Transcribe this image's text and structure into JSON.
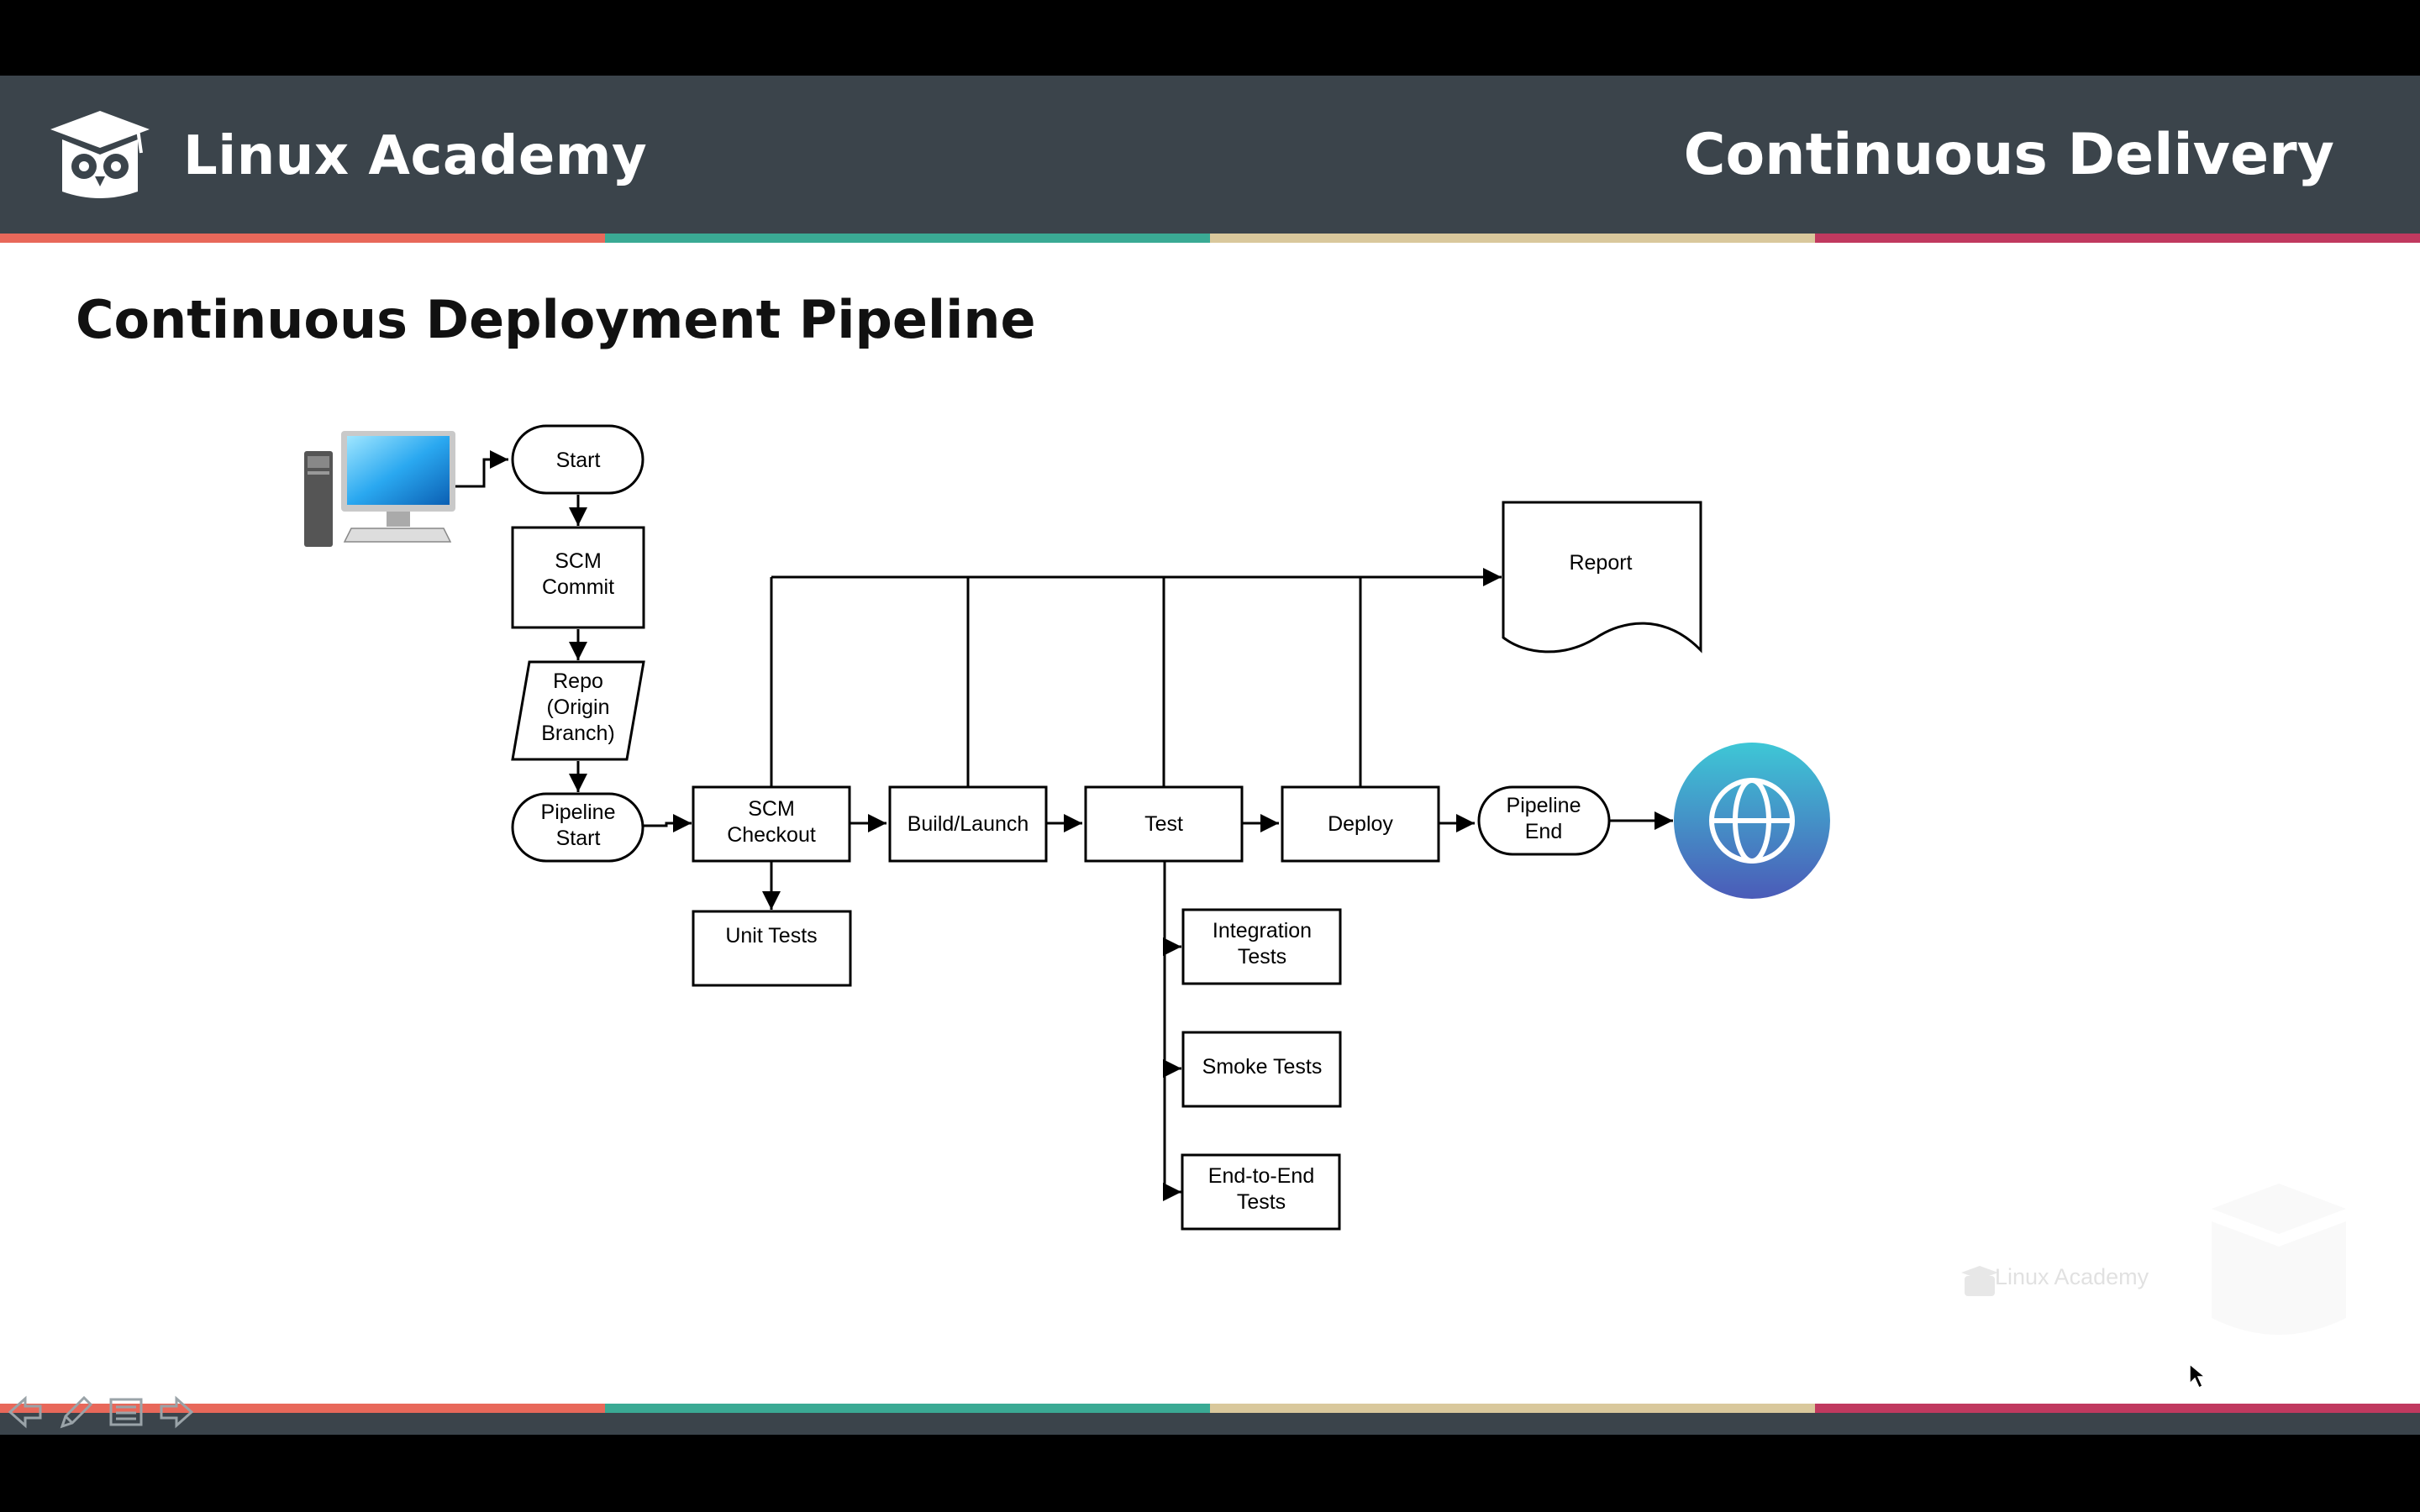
{
  "header": {
    "brand": "Linux Academy",
    "course": "Continuous Delivery"
  },
  "slide": {
    "title": "Continuous Deployment Pipeline"
  },
  "diagram": {
    "start": "Start",
    "scm_commit": [
      "SCM",
      "Commit"
    ],
    "repo": [
      "Repo",
      "(Origin",
      "Branch)"
    ],
    "pipeline_start": [
      "Pipeline",
      "Start"
    ],
    "scm_checkout": [
      "SCM",
      "Checkout"
    ],
    "build_launch": "Build/Launch",
    "test": "Test",
    "deploy": "Deploy",
    "pipeline_end": [
      "Pipeline",
      "End"
    ],
    "report": "Report",
    "unit_tests": "Unit Tests",
    "integration_tests": [
      "Integration",
      "Tests"
    ],
    "smoke_tests": "Smoke Tests",
    "end_to_end_tests": [
      "End-to-End",
      "Tests"
    ]
  },
  "watermark": "Linux Academy",
  "colors": {
    "header": "#3b444b",
    "stripe": [
      "#e8685a",
      "#3aaa94",
      "#d9c89c",
      "#c0395f"
    ],
    "globe_top": "#3ec7d6",
    "globe_bottom": "#4b5bb8"
  }
}
